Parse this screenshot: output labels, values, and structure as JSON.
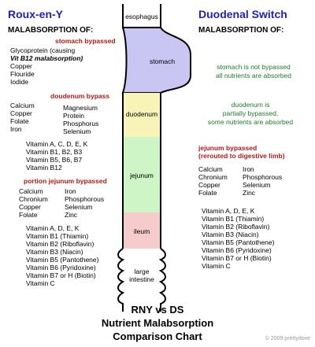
{
  "left": {
    "header": "Roux-en-Y",
    "subheader": "MALABSORPTION OF:",
    "stomach_heading": "stomach bypassed",
    "stomach_items": [
      "Glycoprotein (causing",
      "Vit B12 malabsorption)",
      "Copper",
      "Flouride",
      "Iodide"
    ],
    "duodenum_heading": "doudenum bypass",
    "duodenum_col1": [
      "Calcium",
      "Copper",
      "Folate",
      "Iron"
    ],
    "duodenum_col2": [
      "Magnesium",
      "Protein",
      "Phosphorus",
      "Selenium"
    ],
    "duodenum_vitamins": [
      "Vitamin A, C, D, E, K",
      "Vitamin B1, B2, B3",
      "Vitamin B5, B6, B7",
      "Vitamin B12"
    ],
    "jejunum_heading": "portion jejunum bypassed",
    "jejunum_col1": [
      "Calcium",
      "Chronium",
      "Copper",
      "Folate"
    ],
    "jejunum_col2": [
      "Iron",
      "Phosphorous",
      "Selenium",
      "Zinc"
    ],
    "jejunum_vitamins": [
      "Vitamin A, D, E, K",
      "Vitamin B1 (Thiamin)",
      "Vitamin B2 (Riboflavin)",
      "Vitamin B3 (Niacin)",
      "Vitamin B5 (Pantothene)",
      "Vitamin B6 (Pyridoxine)",
      "Vitamin B7 or H (Biotin)",
      "Vitamin C"
    ]
  },
  "right": {
    "header": "Duodenal Switch",
    "subheader": "MALABSORPTION OF:",
    "stomach_note": [
      "stomach is not bypassed",
      "all nutrients are absorbed"
    ],
    "duodenum_note": [
      "duodenum is",
      "partially bypassed,",
      "some nutrients are absorbed"
    ],
    "jejunum_heading": [
      "jejunum bypassed",
      "(rerouted to digestive limb)"
    ],
    "jejunum_col1": [
      "Calcium",
      "Chronium",
      "Copper",
      "Folate"
    ],
    "jejunum_col2": [
      "Iron",
      "Phosphorous",
      "Selenium",
      "Zinc"
    ],
    "jejunum_vitamins": [
      "Vitamin A, D, E, K",
      "Vitamin B1 (Thiamin)",
      "Vitamin B2 (Riboflavin)",
      "Vitamin B3 (Niacin)",
      "Vitamin B5 (Pantothene)",
      "Vitamin B6 (Pyridoxine)",
      "Vitamin B7 or H (Biotin)",
      "Vitamin C"
    ]
  },
  "organs": {
    "esophagus": "esophagus",
    "stomach": "stomach",
    "duodenum": "duodenum",
    "jejunum": "jejunum",
    "ileum": "ileum",
    "large_intestine": [
      "large",
      "intestine"
    ]
  },
  "colors": {
    "stomach": "#c9c6f3",
    "duodenum": "#f8f4b8",
    "jejunum": "#cdf5c5",
    "ileum": "#f5cbcb",
    "left_header": "#2222bb",
    "red_heading": "#b01818",
    "green_note": "#1f7a2a"
  },
  "title": [
    "RNY vs DS",
    "Nutrient Malabsorption",
    "Comparison Chart"
  ],
  "copyright": "© 2009 prettydove"
}
